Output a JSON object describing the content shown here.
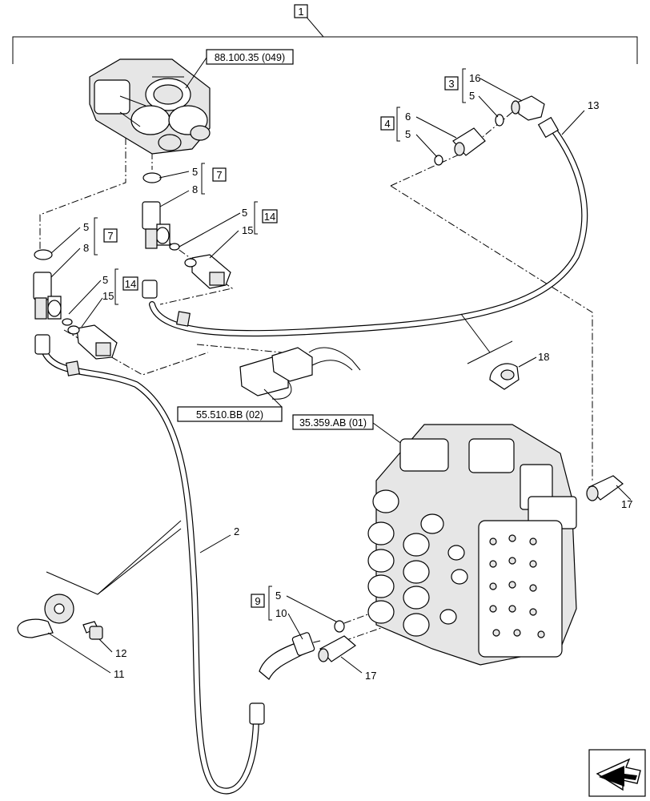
{
  "diagram": {
    "group_label": "1",
    "references": {
      "solenoid_valve": "88.100.35 (049)",
      "connector": "55.510.BB (02)",
      "control_valve": "35.359.AB (01)"
    },
    "kits": {
      "kit_3": "3",
      "kit_4": "4",
      "kit_7_upper": "7",
      "kit_7_left": "7",
      "kit_14_upper": "14",
      "kit_14_left": "14",
      "kit_9": "9"
    },
    "callouts": {
      "c16": "16",
      "c5_kit3": "5",
      "c6": "6",
      "c5_kit4": "5",
      "c13": "13",
      "c5_kit7u": "5",
      "c8_kit7u": "8",
      "c5_kit14u": "5",
      "c15_kit14u": "15",
      "c5_kit7l": "5",
      "c8_kit7l": "8",
      "c5_kit14l": "5",
      "c15_kit14l": "15",
      "c18": "18",
      "c17_right": "17",
      "c2": "2",
      "c5_kit9": "5",
      "c10": "10",
      "c17_bottom": "17",
      "c12": "12",
      "c11": "11"
    }
  }
}
